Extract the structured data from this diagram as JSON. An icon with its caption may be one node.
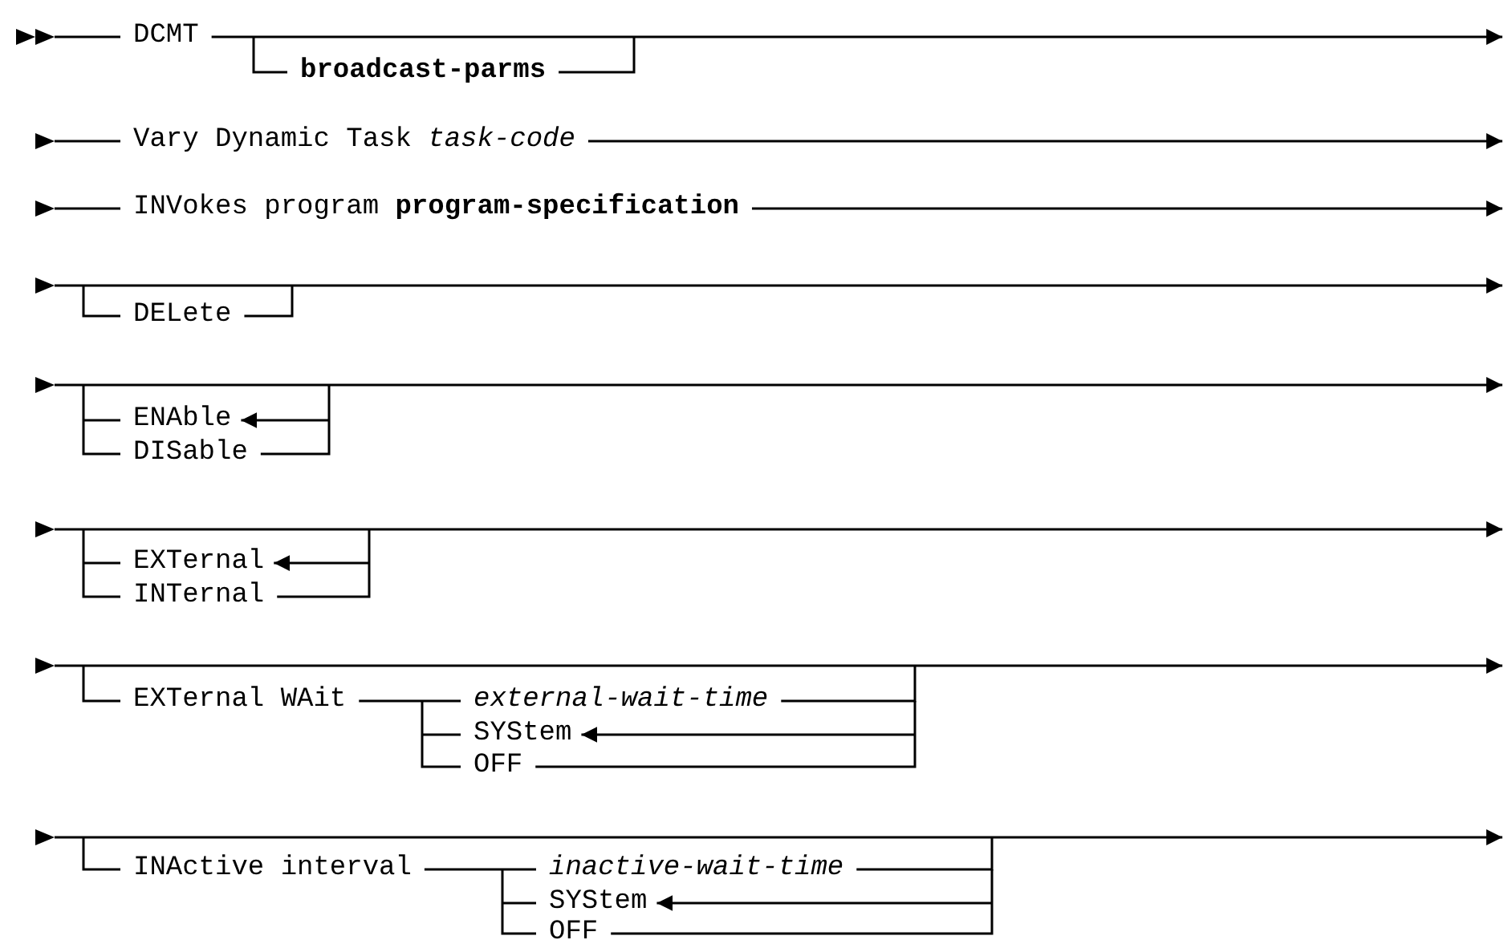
{
  "diagram": {
    "labels": [
      "DCMT",
      "broadcast-parms",
      "Vary Dynamic Task *task-code*",
      "INVokes program **program-specification**",
      "DELete",
      "ENAble",
      "DISable",
      "EXTernal",
      "INTernal",
      "EXTernal WAit",
      "external-wait-time",
      "SYStem",
      "OFF",
      "INActive interval",
      "inactive-wait-time",
      "SYStem",
      "OFF"
    ]
  }
}
